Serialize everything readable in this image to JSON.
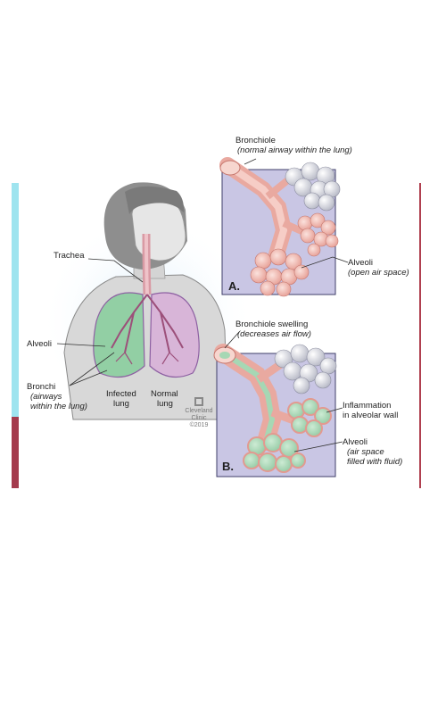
{
  "left_figure": {
    "labels": {
      "trachea": "Trachea",
      "alveoli": "Alveoli",
      "bronchi": "Bronchi",
      "bronchi_desc_1": "(airways",
      "bronchi_desc_2": "within the lung)",
      "infected_lung_1": "Infected",
      "infected_lung_2": "lung",
      "normal_lung_1": "Normal",
      "normal_lung_2": "lung"
    },
    "logo": {
      "line1": "Cleveland",
      "line2": "Clinic",
      "line3": "©2019"
    }
  },
  "panel_a": {
    "letter": "A.",
    "bronchiole_title": "Bronchiole",
    "bronchiole_desc": "(normal airway within the lung)",
    "alveoli_title": "Alveoli",
    "alveoli_desc": "(open air space)"
  },
  "panel_b": {
    "letter": "B.",
    "swelling_title": "Bronchiole swelling",
    "swelling_desc": "(decreases air flow)",
    "inflammation_1": "Inflammation",
    "inflammation_2": "in alveolar wall",
    "alveoli_title": "Alveoli",
    "alveoli_desc_1": "(air space",
    "alveoli_desc_2": "filled with fluid)"
  },
  "colors": {
    "left_bar_top": "#9fe4ef",
    "left_bar_bottom": "#a43b4d",
    "panel_bg": "#c9c6e4",
    "airway": "#e9a9a0",
    "fluid": "#a6d7b4",
    "infected_lung": "#8fcfa2",
    "normal_lung": "#d9b4d8"
  }
}
